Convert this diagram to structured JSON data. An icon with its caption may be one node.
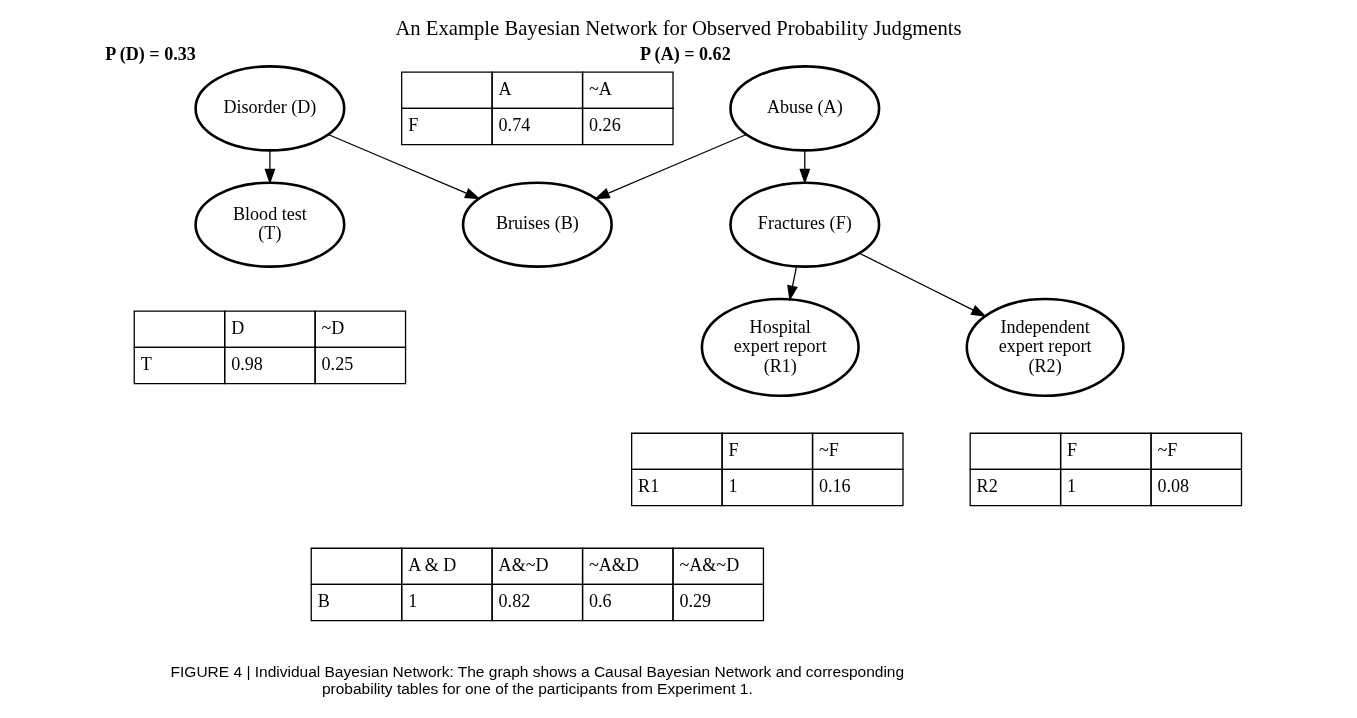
{
  "diagram": {
    "title": "An Example Bayesian Network for Observed Probability Judgments",
    "caption": "FIGURE 4 | Individual Bayesian Network: The graph shows a Causal Bayesian Network and corresponding probability tables for one of the participants from Experiment 1.",
    "nodes": [
      {
        "text": [
          "Abuse (A)"
        ],
        "beside": [
          "P (A) = 0.62"
        ]
      },
      {
        "text": [
          "Disorder (D)"
        ],
        "beside": [
          "P (D) = 0.33"
        ]
      },
      {
        "text": [
          "Fractures (F)"
        ]
      },
      {
        "text": [
          "Bruises (B)"
        ]
      },
      {
        "text": [
          "Blood test (T)"
        ]
      },
      {
        "text": [
          "Hospital expert report (R1)"
        ]
      },
      {
        "text": [
          "Independent expert report (R2)"
        ]
      }
    ],
    "edges": [
      {
        "from": 0,
        "to": 2,
        "arrow": "to"
      },
      {
        "from": 0,
        "to": 3,
        "arrow": "to"
      },
      {
        "from": 1,
        "to": 3,
        "arrow": "to"
      },
      {
        "from": 1,
        "to": 4,
        "arrow": "to"
      },
      {
        "from": 2,
        "to": 5,
        "arrow": "to"
      },
      {
        "from": 2,
        "to": 6,
        "arrow": "to"
      }
    ],
    "labels": [
      "A",
      "~A",
      "F",
      "0.74",
      "0.26",
      "D",
      "~D",
      "T",
      "0.98",
      "0.25",
      "F",
      "~F",
      "R1",
      "1",
      "0.16",
      "F",
      "~F",
      "R2",
      "1",
      "0.08",
      "A & D",
      "A&~D",
      "~A&D",
      "~A&~D",
      "B",
      "1",
      "0.82",
      "0.6",
      "0.29"
    ]
  }
}
